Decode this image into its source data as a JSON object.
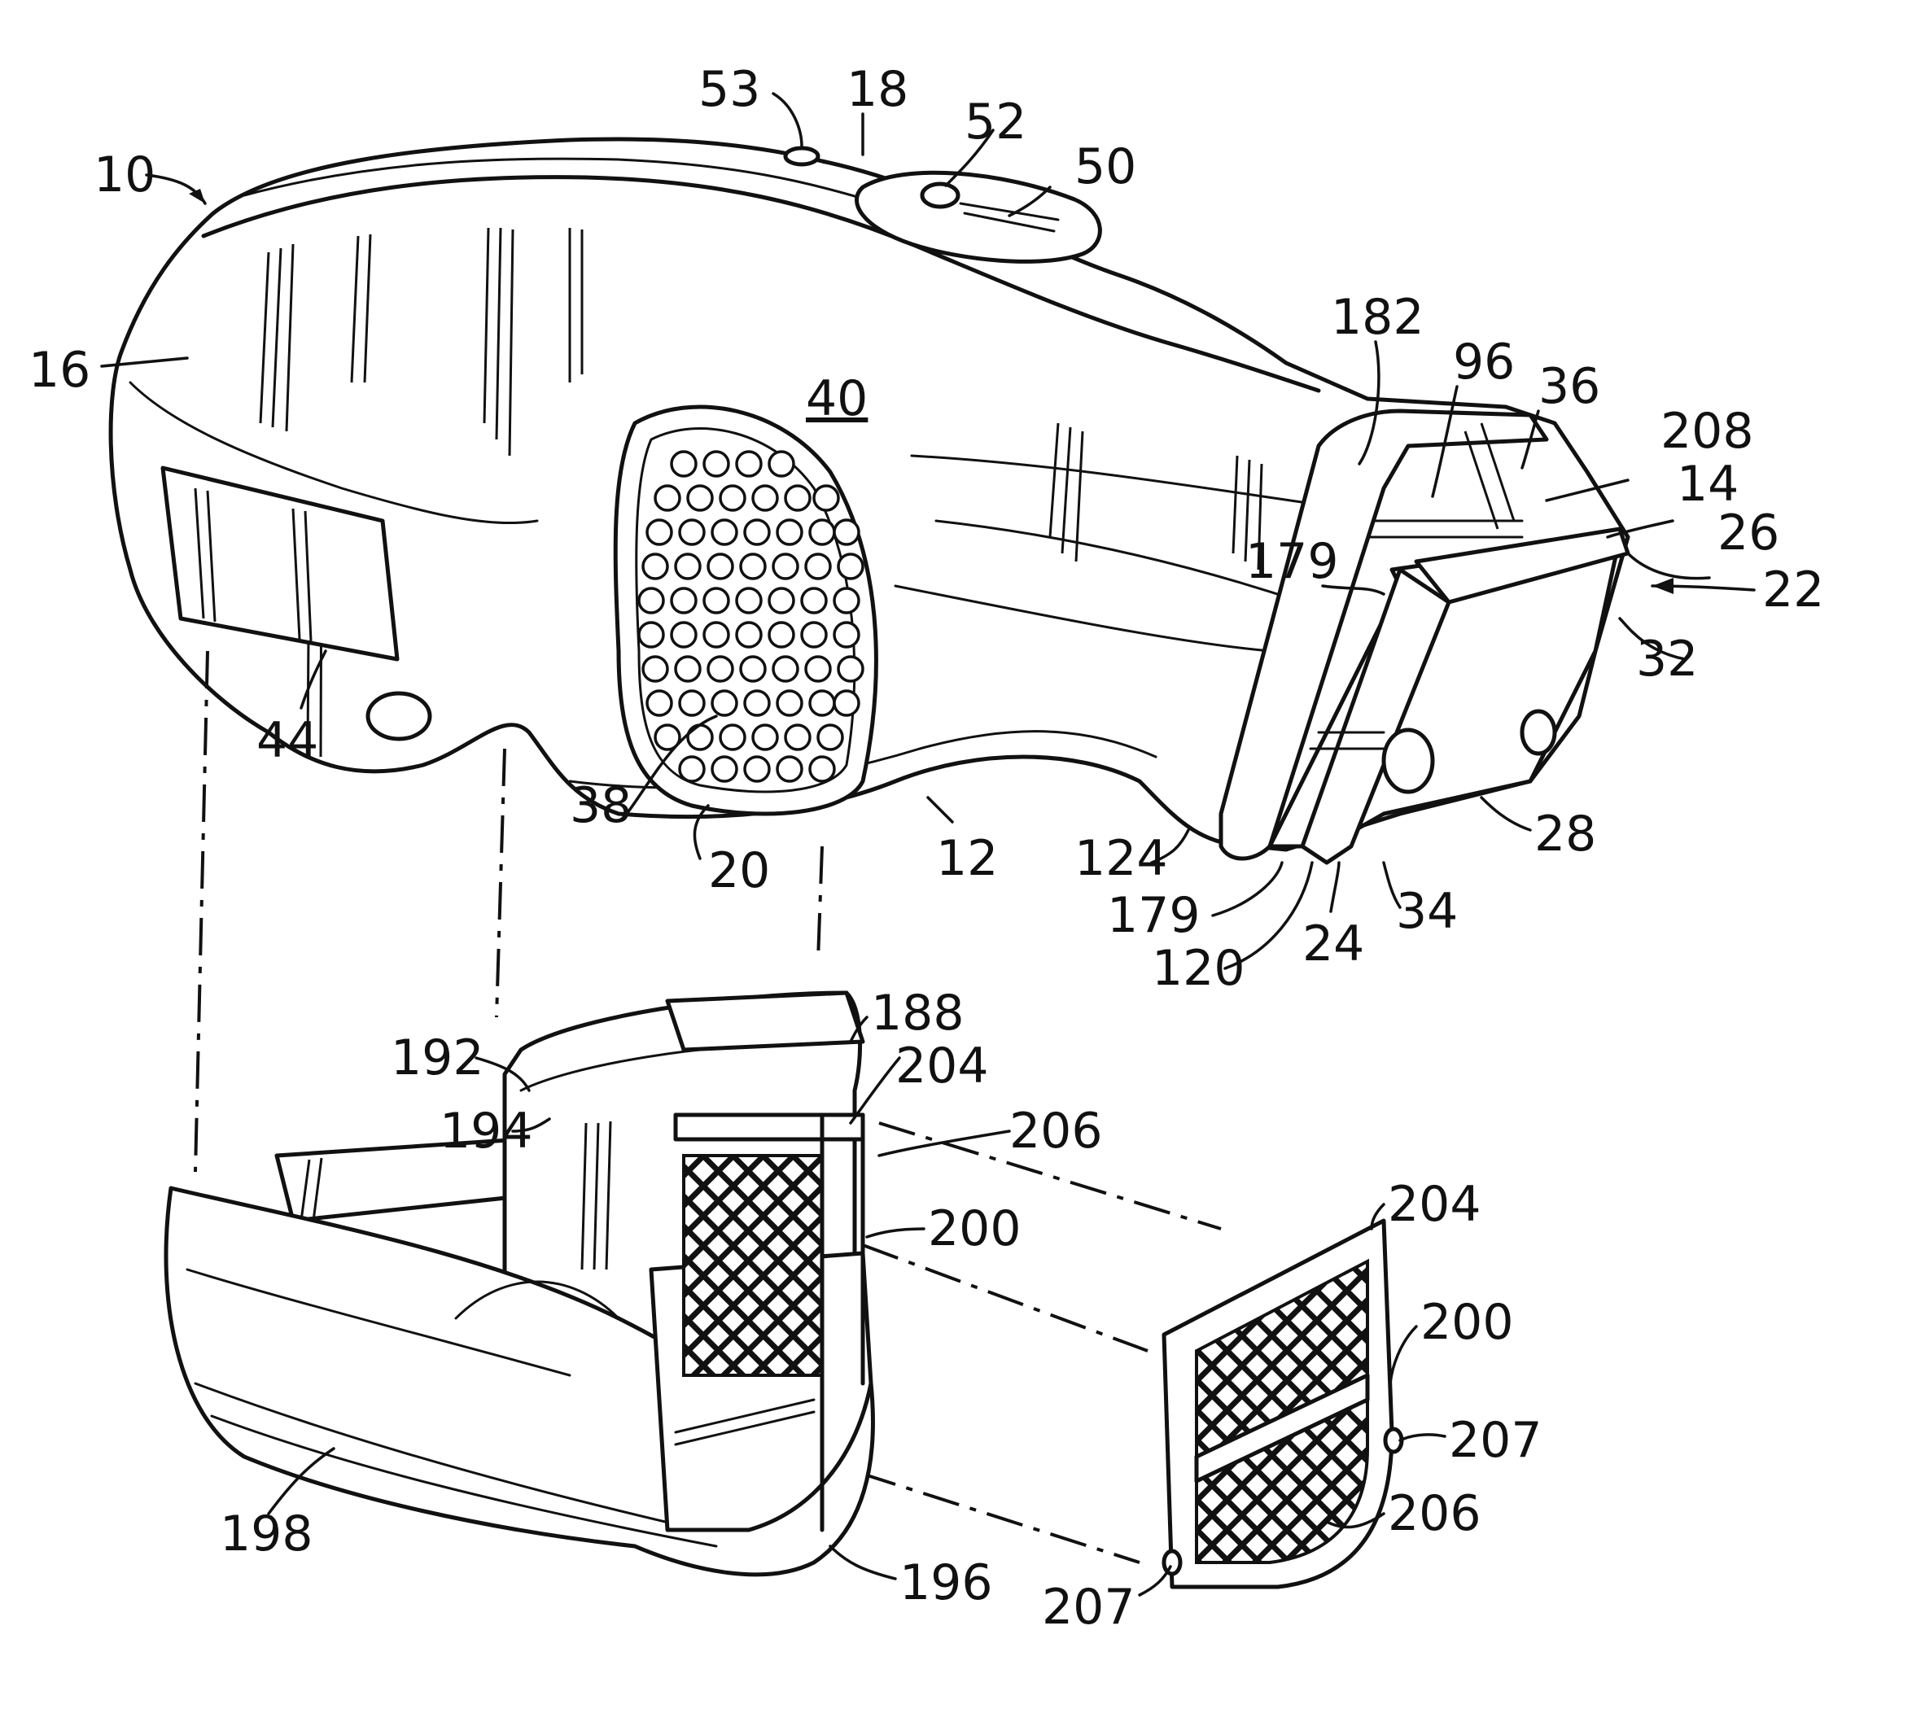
{
  "figure": {
    "ink_color": "#111111",
    "background": "#ffffff",
    "reference_numerals": [
      {
        "id": "n10",
        "text": "10"
      },
      {
        "id": "n53",
        "text": "53"
      },
      {
        "id": "n18",
        "text": "18"
      },
      {
        "id": "n52",
        "text": "52"
      },
      {
        "id": "n50",
        "text": "50"
      },
      {
        "id": "n16",
        "text": "16"
      },
      {
        "id": "n40",
        "text": "40"
      },
      {
        "id": "n182",
        "text": "182"
      },
      {
        "id": "n96",
        "text": "96"
      },
      {
        "id": "n36",
        "text": "36"
      },
      {
        "id": "n208",
        "text": "208"
      },
      {
        "id": "n14",
        "text": "14"
      },
      {
        "id": "n26",
        "text": "26"
      },
      {
        "id": "n179a",
        "text": "179"
      },
      {
        "id": "n22",
        "text": "22"
      },
      {
        "id": "n32",
        "text": "32"
      },
      {
        "id": "n44",
        "text": "44"
      },
      {
        "id": "n38",
        "text": "38"
      },
      {
        "id": "n20",
        "text": "20"
      },
      {
        "id": "n12",
        "text": "12"
      },
      {
        "id": "n124",
        "text": "124"
      },
      {
        "id": "n28",
        "text": "28"
      },
      {
        "id": "n179b",
        "text": "179"
      },
      {
        "id": "n24",
        "text": "24"
      },
      {
        "id": "n34",
        "text": "34"
      },
      {
        "id": "n120",
        "text": "120"
      },
      {
        "id": "n188",
        "text": "188"
      },
      {
        "id": "n192",
        "text": "192"
      },
      {
        "id": "n204a",
        "text": "204"
      },
      {
        "id": "n194",
        "text": "194"
      },
      {
        "id": "n206a",
        "text": "206"
      },
      {
        "id": "n200a",
        "text": "200"
      },
      {
        "id": "n204b",
        "text": "204"
      },
      {
        "id": "n200b",
        "text": "200"
      },
      {
        "id": "n207a",
        "text": "207"
      },
      {
        "id": "n206b",
        "text": "206"
      },
      {
        "id": "n198",
        "text": "198"
      },
      {
        "id": "n196",
        "text": "196"
      },
      {
        "id": "n207b",
        "text": "207"
      }
    ]
  }
}
